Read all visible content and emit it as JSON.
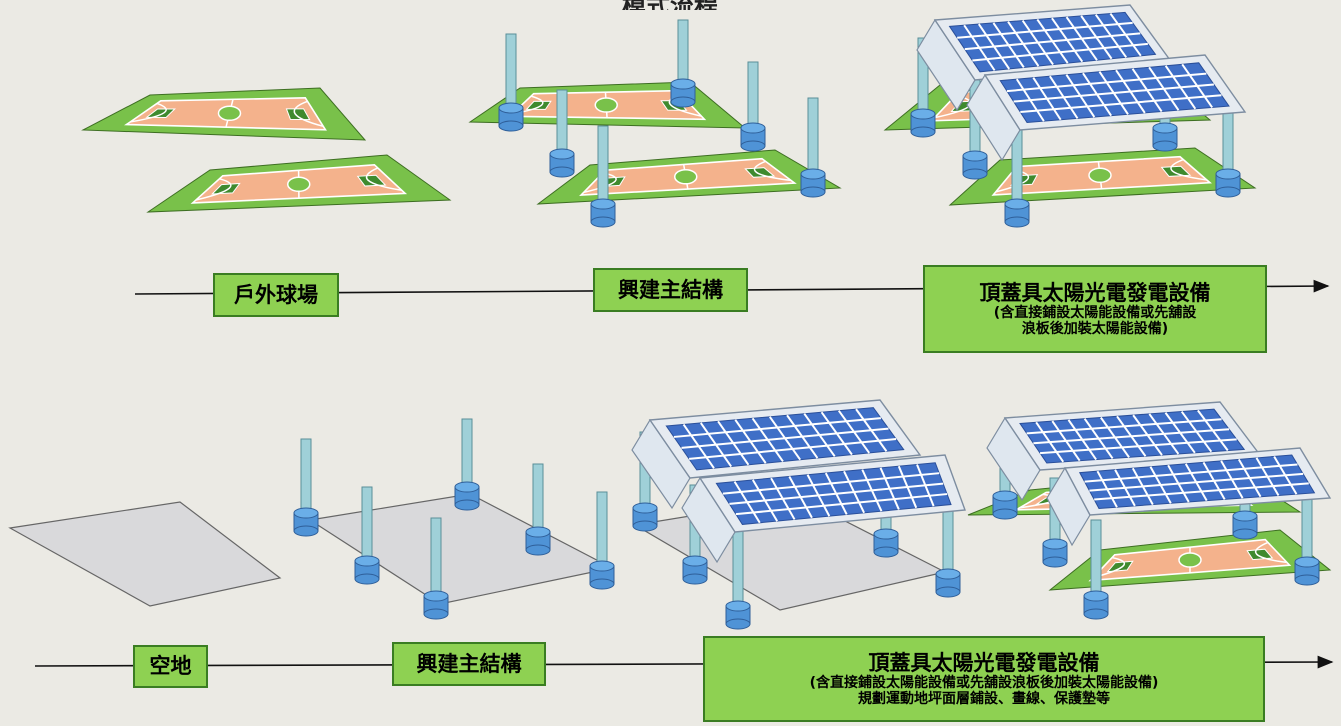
{
  "title": "模式流程",
  "row1": {
    "step1": "戶外球場",
    "step2": "興建主結構",
    "step3_main": "頂蓋具太陽光電發電設備",
    "step3_sub1": "(含直接鋪設太陽能設備或先舖設",
    "step3_sub2": "浪板後加裝太陽能設備)"
  },
  "row2": {
    "step1": "空地",
    "step2": "興建主結構",
    "step3_main": "頂蓋具太陽光電發電設備",
    "step3_sub1": "(含直接鋪設太陽能設備或先舖設浪板後加裝太陽能設備)",
    "step3_sub2": "規劃運動地坪面層鋪設、畫線、保護墊等"
  },
  "colors": {
    "court_green": "#79c14a",
    "court_orange": "#f4b28c",
    "pillar": "#9fd0d8",
    "pillar_base": "#4f93d6",
    "panel": "#3f6fc7",
    "lot_gray": "#d9d9db",
    "label_green": "#8ed152"
  }
}
